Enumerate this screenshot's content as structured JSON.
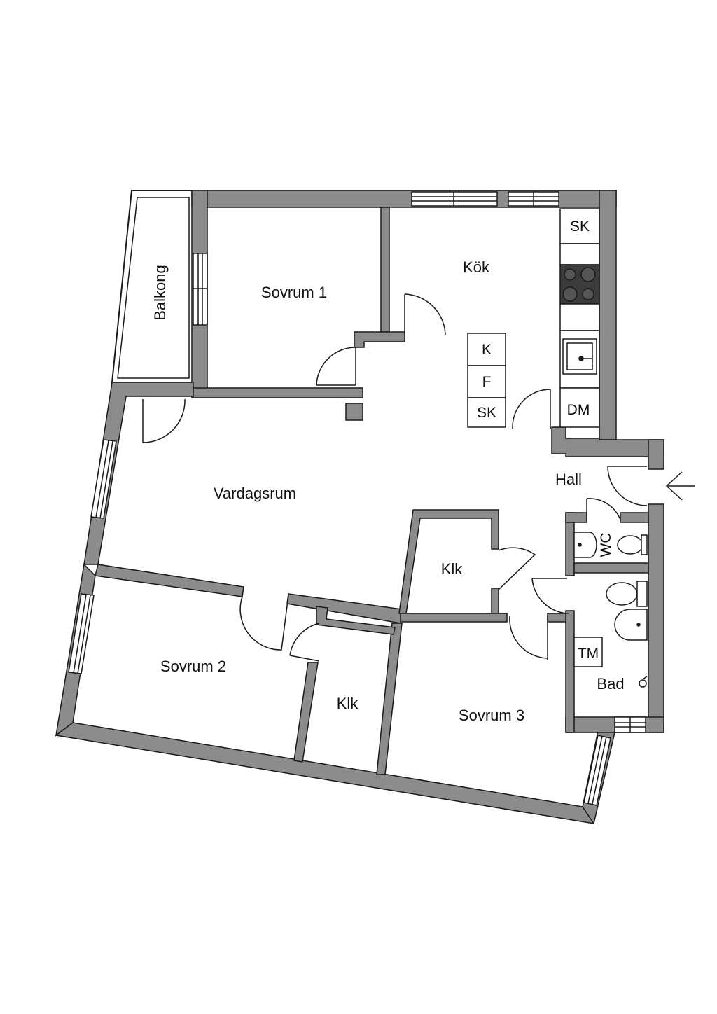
{
  "floorplan": {
    "colors": {
      "wall": "#8c8c8c",
      "line": "#1a1a1a",
      "fixture": "#3c3c3c"
    },
    "rooms": {
      "balkong": "Balkong",
      "sovrum1": "Sovrum 1",
      "kok": "Kök",
      "vardagsrum": "Vardagsrum",
      "hall": "Hall",
      "klk1": "Klk",
      "klk2": "Klk",
      "sovrum2": "Sovrum 2",
      "sovrum3": "Sovrum 3",
      "bad": "Bad",
      "wc": "WC"
    },
    "fixtures": {
      "sk_kitchen": "SK",
      "k": "K",
      "f": "F",
      "sk_hall": "SK",
      "dm": "DM",
      "tm": "TM"
    },
    "icons": [
      "stove-icon",
      "sink-icon",
      "toilet-icon",
      "washbasin-icon",
      "shower-icon",
      "entrance-arrow-icon"
    ]
  }
}
